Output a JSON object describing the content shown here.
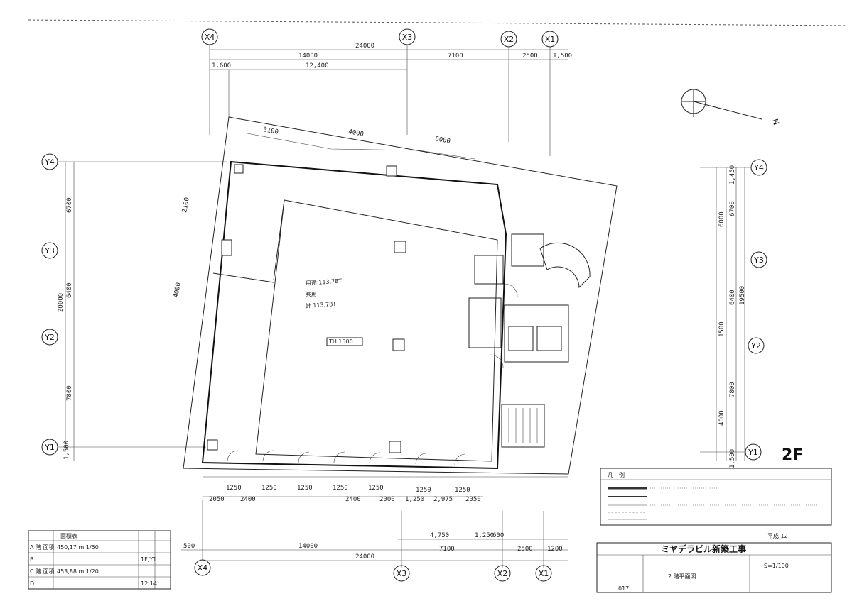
{
  "axes": {
    "x_top": [
      "X4",
      "X3",
      "X2",
      "X1"
    ],
    "x_bottom": [
      "X4",
      "X3",
      "X2",
      "X1"
    ],
    "y_left": [
      "Y4",
      "Y3",
      "Y2",
      "Y1"
    ],
    "y_right": [
      "Y4",
      "Y3",
      "Y2",
      "Y1"
    ]
  },
  "dims_top": {
    "overall": "24000",
    "row2": [
      "14000",
      "7100",
      "2500",
      "1,500"
    ],
    "row3": [
      "1,600",
      "12,400"
    ]
  },
  "dims_left": [
    "6700",
    "6400",
    "7800",
    "1,500"
  ],
  "dims_left_total": "20000",
  "dims_right": [
    "1,450",
    "6700",
    "6000",
    "6400",
    "1500",
    "7800",
    "4000",
    "1,500"
  ],
  "dims_right_total": "19500",
  "dims_bottom": {
    "overall": "24000",
    "row1": [
      "14000",
      "7100",
      "2500"
    ],
    "row0": [
      "500",
      "1200"
    ],
    "small": [
      "4,750",
      "1,250",
      "600"
    ],
    "openings": [
      "1250",
      "1250",
      "1250",
      "1250",
      "1250",
      "1250",
      "1250"
    ],
    "openings2": [
      "2050",
      "2400",
      "2400",
      "2000",
      "1,250",
      "2,975",
      "2050"
    ]
  },
  "skew_dims": [
    "3100",
    "4000",
    "6000"
  ],
  "left_skew_dims": [
    "2100",
    "4000"
  ],
  "floor_label": "2F",
  "room_text": {
    "line1": "用途  113,78T",
    "line2": "共用",
    "line3": "計  113,78T",
    "box": "TH.1500"
  },
  "title_block": {
    "project": "ミヤデラビル新築工事",
    "drawing": "2 階平面図",
    "scale": "S=1/100",
    "number": "017",
    "date": "平成 12"
  },
  "legend_title": "凡　例",
  "north_label": "N",
  "area_table": {
    "header": "面積表",
    "rows": [
      {
        "label": "A 階 面積",
        "value": "450,17 m  1/50"
      },
      {
        "label": "B",
        "value": "1F,Y1"
      },
      {
        "label": "C 階 面積",
        "value": "453,88 m  1/20"
      },
      {
        "label": "D",
        "value": "12,14"
      }
    ]
  }
}
